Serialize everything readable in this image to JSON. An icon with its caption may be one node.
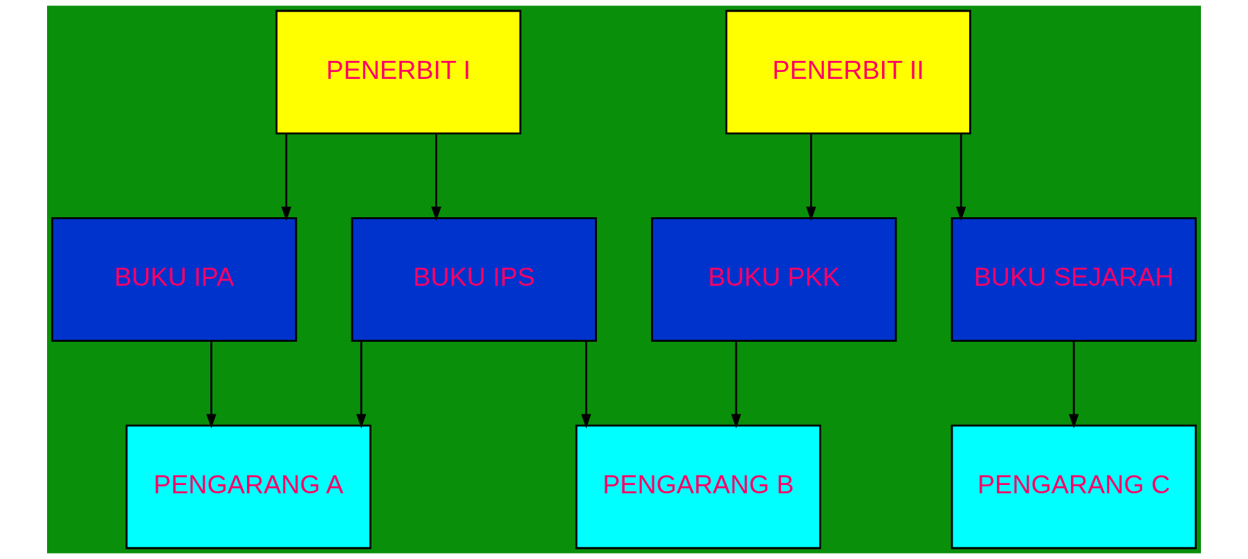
{
  "diagram": {
    "nodes": [
      {
        "text": [
          "PENERBIT I"
        ]
      },
      {
        "text": [
          "PENERBIT II"
        ]
      },
      {
        "text": [
          "BUKU IPA"
        ]
      },
      {
        "text": [
          "BUKU IPS"
        ]
      },
      {
        "text": [
          "BUKU PKK"
        ]
      },
      {
        "text": [
          "BUKU SEJARAH"
        ]
      },
      {
        "text": [
          "PENGARANG A"
        ]
      },
      {
        "text": [
          "PENGARANG B"
        ]
      },
      {
        "text": [
          "PENGARANG C"
        ]
      }
    ],
    "edges": [
      {
        "from": 0,
        "to": 2,
        "arrow": "to"
      },
      {
        "from": 0,
        "to": 3,
        "arrow": "to"
      },
      {
        "from": 1,
        "to": 4,
        "arrow": "to"
      },
      {
        "from": 1,
        "to": 5,
        "arrow": "to"
      },
      {
        "from": 2,
        "to": 6,
        "arrow": "to"
      },
      {
        "from": 3,
        "to": 6,
        "arrow": "to"
      },
      {
        "from": 3,
        "to": 7,
        "arrow": "to"
      },
      {
        "from": 4,
        "to": 7,
        "arrow": "to"
      },
      {
        "from": 5,
        "to": 8,
        "arrow": "to"
      }
    ]
  }
}
